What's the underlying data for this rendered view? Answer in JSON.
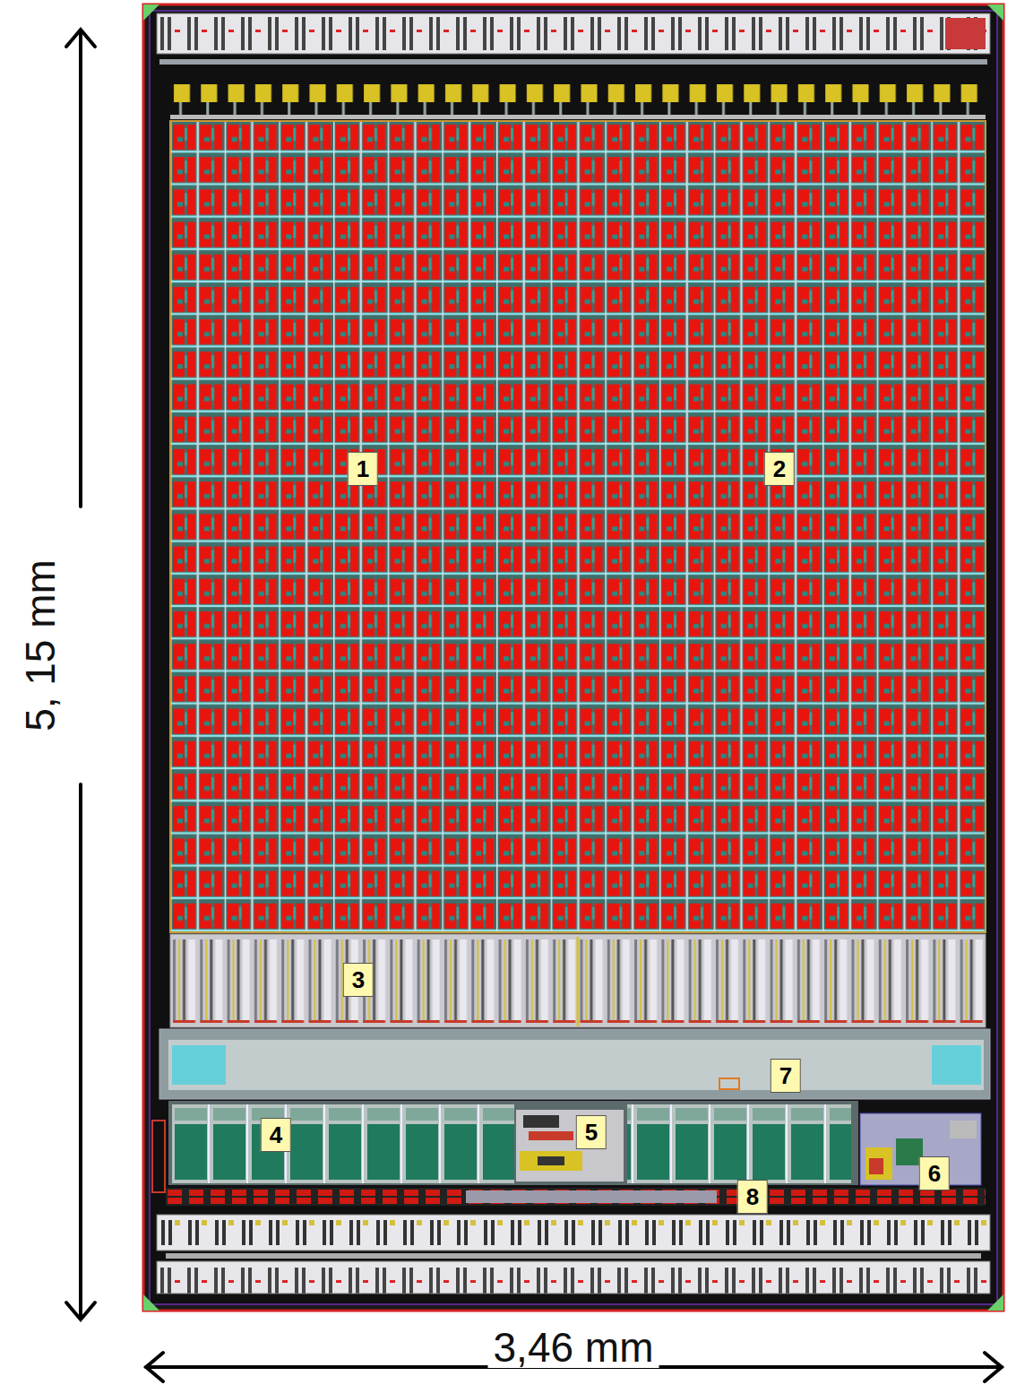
{
  "diagram": {
    "labels": [
      "5, 15 mm",
      "1",
      "2",
      "3",
      "7",
      "4",
      "5",
      "6",
      "8",
      "3,46 mm"
    ]
  }
}
